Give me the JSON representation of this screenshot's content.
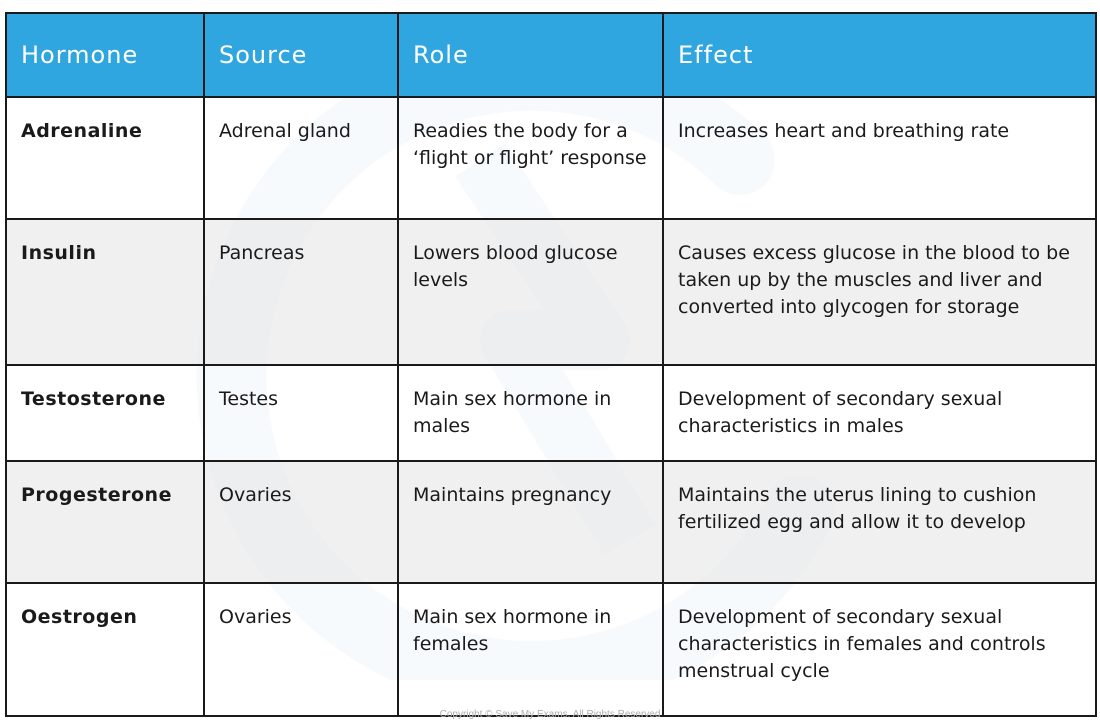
{
  "table": {
    "headers": [
      "Hormone",
      "Source",
      "Role",
      "Effect"
    ],
    "rows": [
      {
        "hormone": "Adrenaline",
        "source": "Adrenal gland",
        "role": "Readies the body for a ‘flight or flight’ response",
        "effect": "Increases heart and breathing rate"
      },
      {
        "hormone": "Insulin",
        "source": "Pancreas",
        "role": "Lowers blood glucose levels",
        "effect": "Causes excess glucose in the blood to be taken up by the muscles and liver and converted into glycogen for storage"
      },
      {
        "hormone": "Testosterone",
        "source": "Testes",
        "role": "Main sex hormone in males",
        "effect": "Development of secondary sexual characteristics in males"
      },
      {
        "hormone": "Progesterone",
        "source": "Ovaries",
        "role": "Maintains pregnancy",
        "effect": "Maintains the uterus lining to cushion fertilized egg and allow it to develop"
      },
      {
        "hormone": "Oestrogen",
        "source": "Ovaries",
        "role": "Main  sex hormone in females",
        "effect": "Development of secondary sexual characteristics in females and controls menstrual cycle"
      }
    ]
  },
  "footer": {
    "copyright": "Copyright © Save My Exams. All Rights Reserved"
  },
  "colors": {
    "header_background": "#2fa6df",
    "header_text": "#ffffff",
    "border": "#1a1a1a",
    "alternate_row": "#ececec"
  }
}
